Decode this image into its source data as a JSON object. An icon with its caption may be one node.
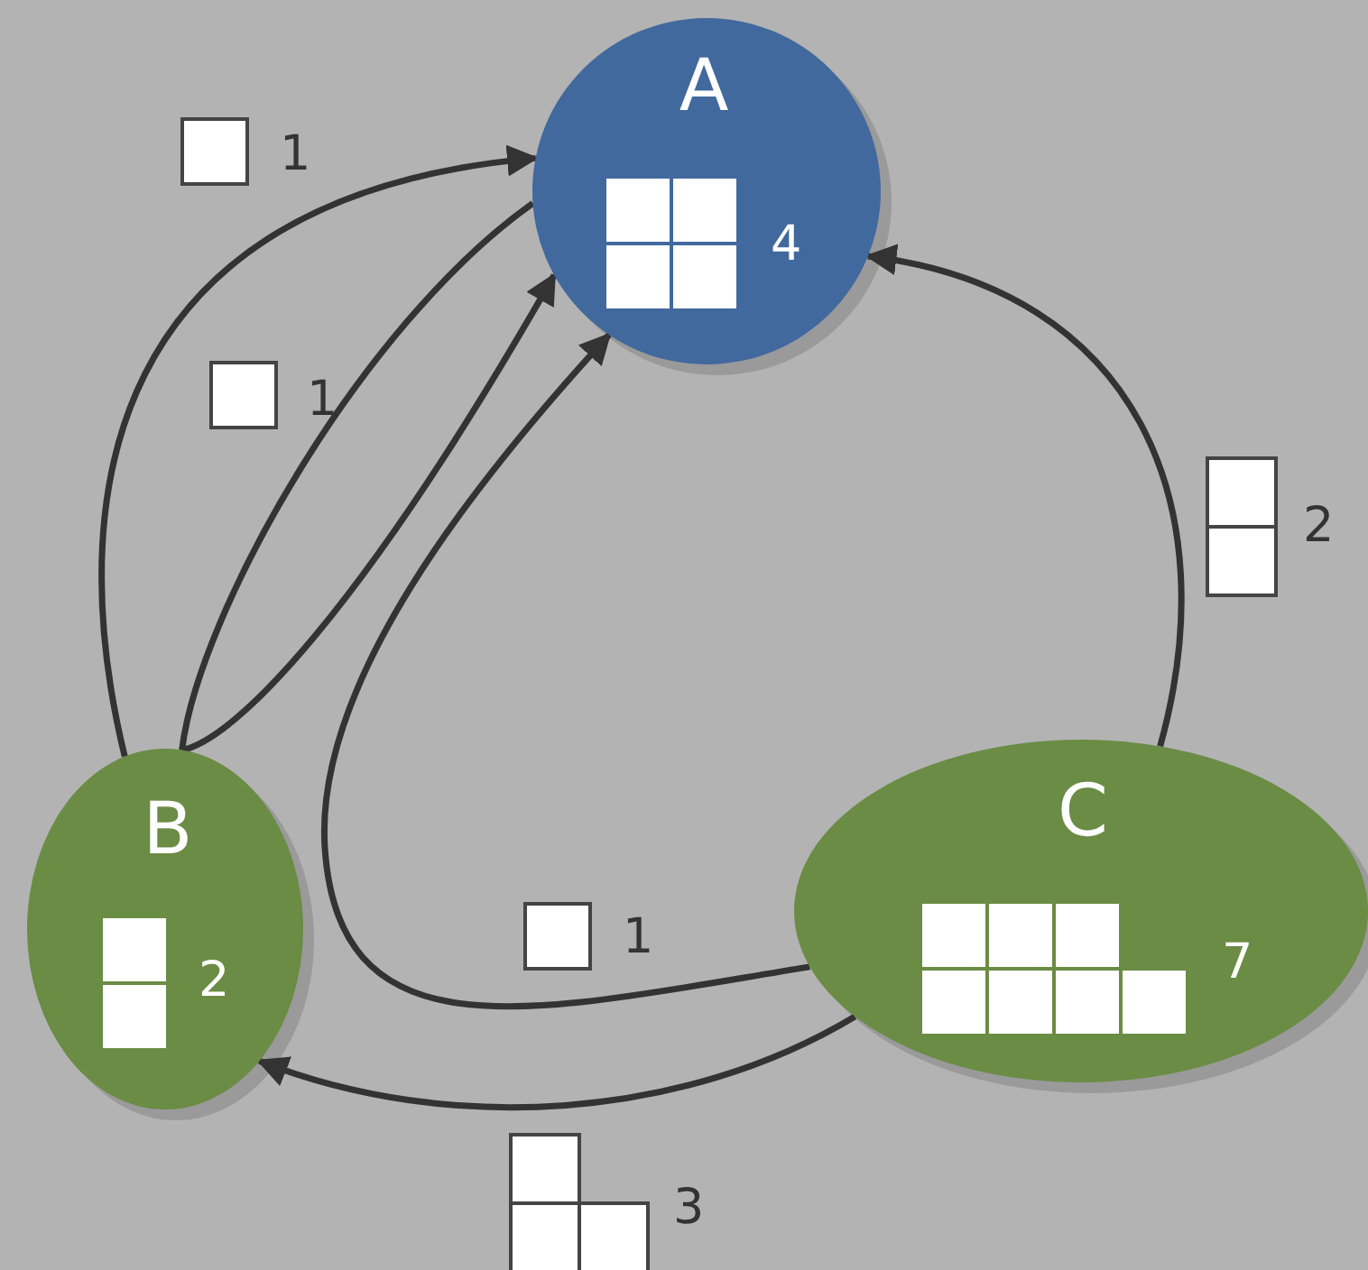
{
  "diagram": {
    "nodes": [
      {
        "text": [
          "A",
          "4"
        ]
      },
      {
        "text": [
          "B",
          "2"
        ]
      },
      {
        "text": [
          "C",
          "7"
        ]
      }
    ],
    "edges": [
      {
        "from": 1,
        "to": 0,
        "arrow": "to",
        "label": "1"
      },
      {
        "from": 0,
        "to": 1,
        "arrow": "none",
        "label": "1"
      },
      {
        "from": 1,
        "to": 0,
        "arrow": "to"
      },
      {
        "from": 2,
        "to": 0,
        "arrow": "to",
        "label": "1"
      },
      {
        "from": 2,
        "to": 0,
        "arrow": "to",
        "label": "2"
      },
      {
        "from": 2,
        "to": 1,
        "arrow": "to",
        "label": "3"
      }
    ]
  }
}
